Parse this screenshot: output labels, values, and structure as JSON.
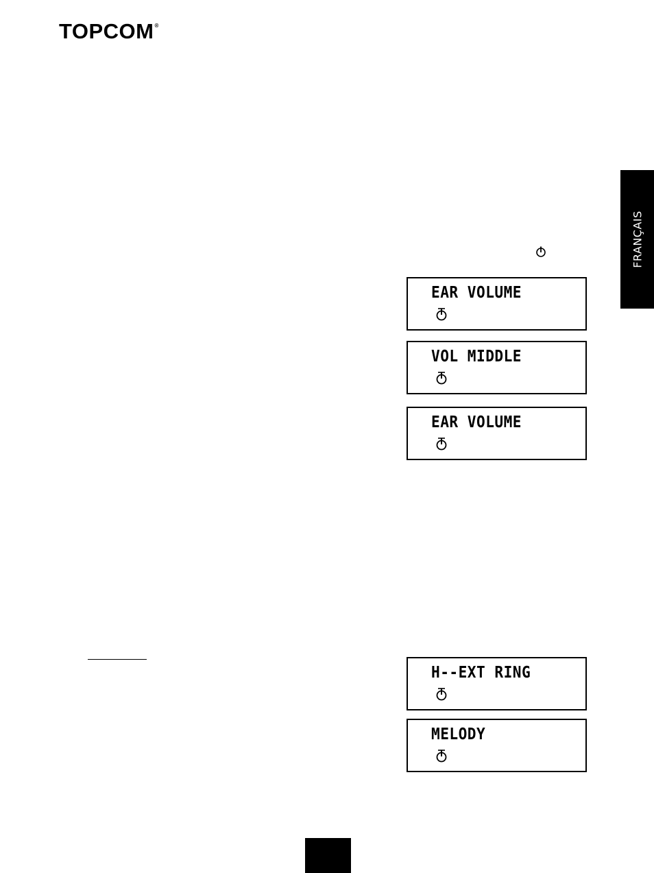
{
  "header": {
    "logo_text": "TOPCOM",
    "logo_reg": "®"
  },
  "side_tab": {
    "language": "FRANÇAIS"
  },
  "icons": {
    "top_icon": "power-standby-icon",
    "lcd_icon": "power-standby-icon"
  },
  "lcd_displays": [
    {
      "text": "EAR VOLUME"
    },
    {
      "text": "VOL MIDDLE"
    },
    {
      "text": "EAR VOLUME"
    },
    {
      "text": "H--EXT RING"
    },
    {
      "text": "MELODY"
    }
  ],
  "colors": {
    "ink": "#000000",
    "paper": "#ffffff"
  }
}
